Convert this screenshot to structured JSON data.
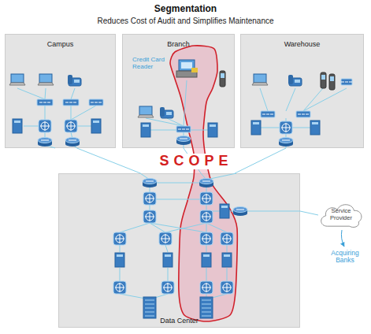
{
  "diagram": {
    "title": "Segmentation",
    "nodes": [
      {
        "text": [
          "Campus"
        ]
      },
      {
        "text": [
          "Branch"
        ]
      },
      {
        "text": [
          "Warehouse"
        ]
      },
      {
        "text": [
          "Data Center"
        ]
      },
      {
        "text": [
          "Service Provider"
        ]
      }
    ],
    "edges": [
      {
        "from": 0,
        "to": 3,
        "arrow": "none"
      },
      {
        "from": 1,
        "to": 3,
        "arrow": "none"
      },
      {
        "from": 2,
        "to": 3,
        "arrow": "none"
      },
      {
        "from": 3,
        "to": 4,
        "arrow": "none"
      }
    ],
    "labels": [
      "Reduces Cost of Audit and Simplifies Maintenance",
      "Credit Card Reader",
      "SCOPE",
      "Acquiring Banks"
    ]
  }
}
